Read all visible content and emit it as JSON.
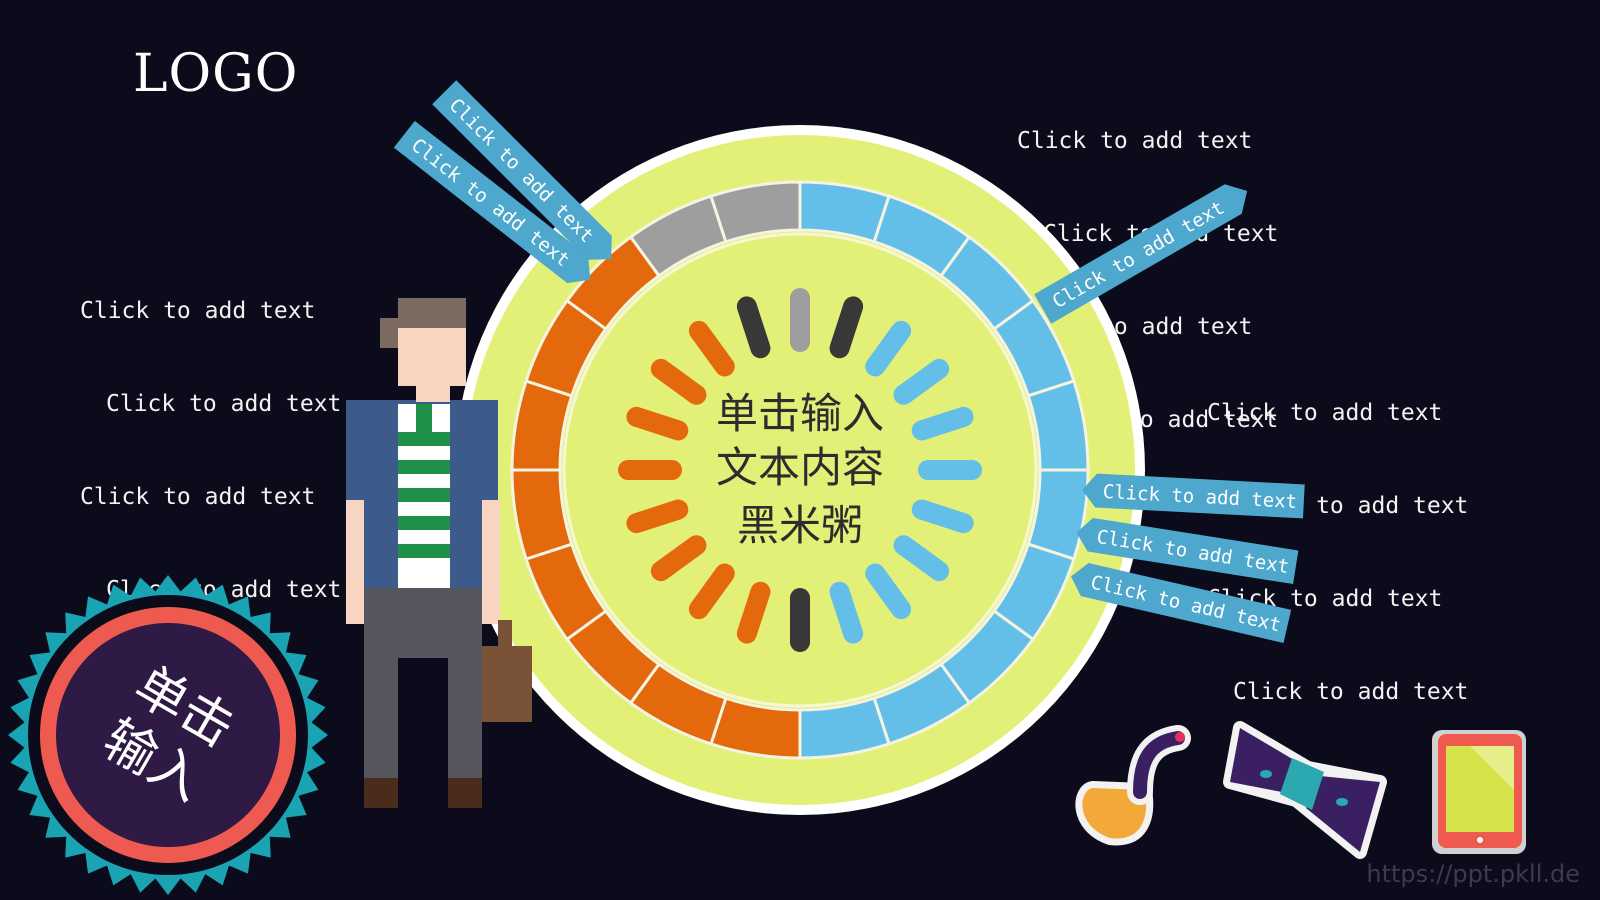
{
  "logo": "LOGO",
  "text_blocks": {
    "left": [
      "Click to add text",
      "Click to add text",
      "Click to add text",
      "Click to add text"
    ],
    "top_right": [
      "Click to add text",
      "Click to add text",
      "Click to add text",
      "Click to add text"
    ],
    "right": [
      "Click to add text",
      "Click to add text",
      "Click to add text",
      "Click to add text"
    ]
  },
  "ribbons": {
    "upper_left_1": "Click to add text",
    "upper_left_2": "Click to add text",
    "upper_right": "Click to add text",
    "right_1": "Click to add text",
    "right_2": "Click to add text",
    "right_3": "Click to add text"
  },
  "center": {
    "line1": "单击输入",
    "line2": "文本内容",
    "line3": "黑米粥"
  },
  "badge": {
    "line1": "单击",
    "line2": "输入"
  },
  "watermark": "https://ppt.pkll.de",
  "colors": {
    "background": "#0b0b1b",
    "wheel_fill": "#e3f078",
    "orange": "#e4690c",
    "blue": "#63bee8",
    "gray": "#9e9e9e",
    "dark": "#383838",
    "ribbon": "#4ea7cc",
    "badge_ring": "#ef5a50",
    "badge_center": "#2e1a45",
    "badge_teeth": "#1aa3b3"
  },
  "icons": [
    "pixel-man-illustration",
    "badge-seal",
    "pipe-icon",
    "bow-tie-icon",
    "tablet-icon"
  ]
}
